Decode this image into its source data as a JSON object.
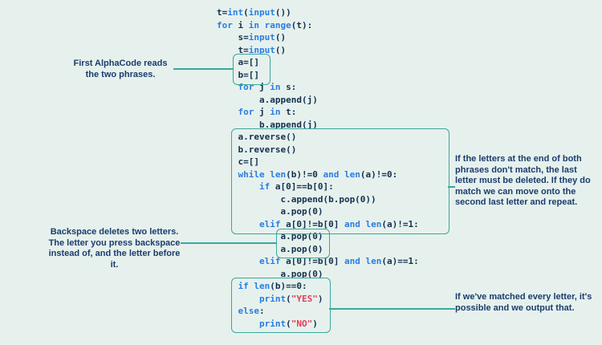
{
  "colors": {
    "background": "#e6f1ed",
    "code_plain": "#14304f",
    "code_keyword": "#2a7de2",
    "code_string": "#e23c55",
    "box_teal": "#3aa79c",
    "annotation_text": "#1b3c6e"
  },
  "code": {
    "language": "python",
    "lines": [
      [
        [
          "p",
          "t="
        ],
        [
          "k",
          "int"
        ],
        [
          "p",
          "("
        ],
        [
          "k",
          "input"
        ],
        [
          "p",
          "())"
        ]
      ],
      [
        [
          "k",
          "for"
        ],
        [
          "p",
          " i "
        ],
        [
          "k",
          "in"
        ],
        [
          "p",
          " "
        ],
        [
          "k",
          "range"
        ],
        [
          "p",
          "(t):"
        ]
      ],
      [
        [
          "p",
          "    s="
        ],
        [
          "k",
          "input"
        ],
        [
          "p",
          "()"
        ]
      ],
      [
        [
          "p",
          "    t="
        ],
        [
          "k",
          "input"
        ],
        [
          "p",
          "()"
        ]
      ],
      [
        [
          "p",
          "    a=[]"
        ]
      ],
      [
        [
          "p",
          "    b=[]"
        ]
      ],
      [
        [
          "p",
          "    "
        ],
        [
          "k",
          "for"
        ],
        [
          "p",
          " j "
        ],
        [
          "k",
          "in"
        ],
        [
          "p",
          " s:"
        ]
      ],
      [
        [
          "p",
          "        a.append(j)"
        ]
      ],
      [
        [
          "p",
          "    "
        ],
        [
          "k",
          "for"
        ],
        [
          "p",
          " j "
        ],
        [
          "k",
          "in"
        ],
        [
          "p",
          " t:"
        ]
      ],
      [
        [
          "p",
          "        b.append(j)"
        ]
      ],
      [
        [
          "p",
          "    a.reverse()"
        ]
      ],
      [
        [
          "p",
          "    b.reverse()"
        ]
      ],
      [
        [
          "p",
          "    c=[]"
        ]
      ],
      [
        [
          "p",
          "    "
        ],
        [
          "k",
          "while"
        ],
        [
          "p",
          " "
        ],
        [
          "k",
          "len"
        ],
        [
          "p",
          "(b)!=0 "
        ],
        [
          "k",
          "and"
        ],
        [
          "p",
          " "
        ],
        [
          "k",
          "len"
        ],
        [
          "p",
          "(a)!=0:"
        ]
      ],
      [
        [
          "p",
          "        "
        ],
        [
          "k",
          "if"
        ],
        [
          "p",
          " a[0]==b[0]:"
        ]
      ],
      [
        [
          "p",
          "            c.append(b.pop(0))"
        ]
      ],
      [
        [
          "p",
          "            a.pop(0)"
        ]
      ],
      [
        [
          "p",
          "        "
        ],
        [
          "k",
          "elif"
        ],
        [
          "p",
          " a[0]!=b[0] "
        ],
        [
          "k",
          "and"
        ],
        [
          "p",
          " "
        ],
        [
          "k",
          "len"
        ],
        [
          "p",
          "(a)!=1:"
        ]
      ],
      [
        [
          "p",
          "            a.pop(0)"
        ]
      ],
      [
        [
          "p",
          "            a.pop(0)"
        ]
      ],
      [
        [
          "p",
          "        "
        ],
        [
          "k",
          "elif"
        ],
        [
          "p",
          " a[0]!=b[0] "
        ],
        [
          "k",
          "and"
        ],
        [
          "p",
          " "
        ],
        [
          "k",
          "len"
        ],
        [
          "p",
          "(a)==1:"
        ]
      ],
      [
        [
          "p",
          "            a.pop(0)"
        ]
      ],
      [
        [
          "p",
          "    "
        ],
        [
          "k",
          "if"
        ],
        [
          "p",
          " "
        ],
        [
          "k",
          "len"
        ],
        [
          "p",
          "(b)==0:"
        ]
      ],
      [
        [
          "p",
          "        "
        ],
        [
          "k",
          "print"
        ],
        [
          "p",
          "("
        ],
        [
          "s",
          "\"YES\""
        ],
        [
          "p",
          ")"
        ]
      ],
      [
        [
          "p",
          "    "
        ],
        [
          "k",
          "else"
        ],
        [
          "p",
          ":"
        ]
      ],
      [
        [
          "p",
          "        "
        ],
        [
          "k",
          "print"
        ],
        [
          "p",
          "("
        ],
        [
          "s",
          "\"NO\""
        ],
        [
          "p",
          ")"
        ]
      ]
    ]
  },
  "annotations": [
    {
      "id": "read-phrases",
      "text": "First AlphaCode reads the two phrases."
    },
    {
      "id": "match-delete",
      "text": "If the letters at the end of both phrases don't match, the last letter must be deleted. If they do match we can move onto the second last letter and repeat."
    },
    {
      "id": "backspace",
      "text": "Backspace deletes two letters. The letter you press backspace instead of, and the letter before it."
    },
    {
      "id": "output",
      "text": "If we've matched every letter, it's possible and we output that."
    }
  ]
}
